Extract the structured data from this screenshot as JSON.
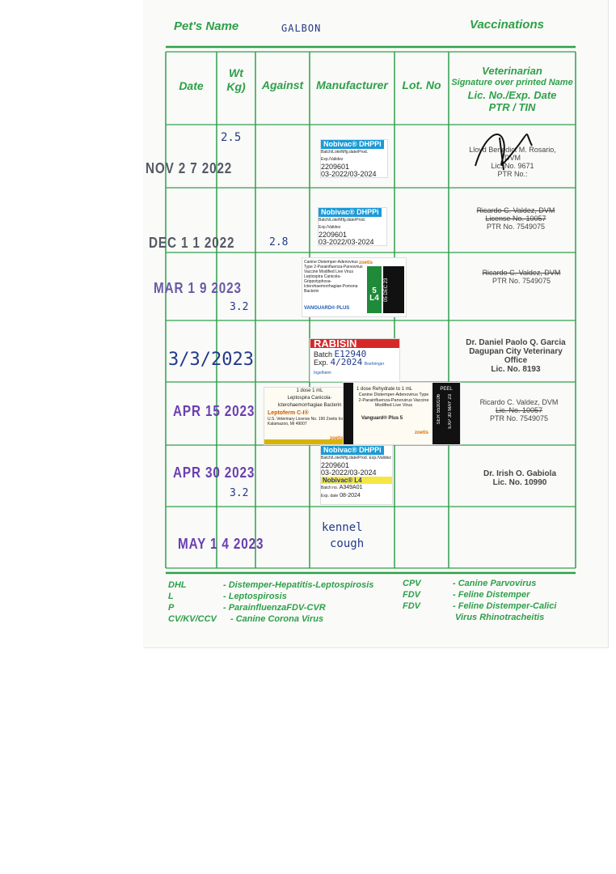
{
  "header": {
    "pets_name_label": "Pet's Name",
    "pets_name_value": "GALBON",
    "vaccinations_label": "Vaccinations"
  },
  "columns": {
    "date": "Date",
    "wt_line1": "Wt",
    "wt_line2": "Kg)",
    "against": "Against",
    "manufacturer": "Manufacturer",
    "lot_no": "Lot. No",
    "vet_line1": "Veterinarian",
    "vet_line2": "Signature over printed Name",
    "vet_line3": "Lic. No./Exp. Date",
    "vet_line4": "PTR / TIN"
  },
  "rows": [
    {
      "date": "NOV 2 7 2022",
      "date_color": "#555a66",
      "weight": "2.5",
      "against": "",
      "vet_name": "Lloyd Benedict M. Rosario, DVM",
      "vet_lic": "Lic. No. 9671",
      "vet_ptr": "PTR No.:"
    },
    {
      "date": "DEC 1 1 2022",
      "date_color": "#555a66",
      "weight": "2.8",
      "against": "",
      "vet_name": "Ricardo C. Valdez, DVM",
      "vet_lic": "License No. 10057",
      "vet_ptr": "PTR No. 7549075"
    },
    {
      "date": "MAR 1 9 2023",
      "date_color": "#6a5aa8",
      "weight": "3.2",
      "against": "",
      "vet_name": "Ricardo C. Valdez, DVM",
      "vet_lic": "",
      "vet_ptr": "PTR No. 7549075"
    },
    {
      "date": "3/3/2023",
      "date_color": "#223a8a",
      "weight": "",
      "against": "",
      "vet_name": "Dr. Daniel Paolo Q. Garcia",
      "vet_lic": "Dagupan City Veterinary Office",
      "vet_ptr": "Lic. No. 8193"
    },
    {
      "date": "APR 15 2023",
      "date_color": "#6a3fb0",
      "weight": "",
      "against": "",
      "vet_name": "Ricardo C. Valdez, DVM",
      "vet_lic": "Lic. No. 10057",
      "vet_ptr": "PTR No. 7549075"
    },
    {
      "date": "APR 30 2023",
      "date_color": "#6a3fb0",
      "weight": "3.2",
      "against": "",
      "vet_name": "Dr. Irish O. Gabiola",
      "vet_lic": "Lic. No. 10990",
      "vet_ptr": ""
    },
    {
      "date": "MAY 1 4 2023",
      "date_color": "#6a3fb0",
      "weight": "",
      "against": "",
      "vet_name": "",
      "vet_lic": "",
      "vet_ptr": ""
    }
  ],
  "stickers": {
    "s1_brand": "Nobivac® DHPPi",
    "s1_small": "Batch/Lote/Mfg.date/Prod. Exp./Validez",
    "s1_batch": "2209601",
    "s1_dates": "03-2022/03-2024",
    "s2_brand": "Nobivac® DHPPi",
    "s2_small": "Batch/Lote/Mfg.date/Prod. Exp./Validez",
    "s2_batch": "2209601",
    "s2_dates": "03-2022/03-2024",
    "s3_text": "Canine Distemper-Adenovirus Type 2-Parainfluenza-Parvovirus Vaccine Modified Live Virus Leptospira Canicola-Grippotyphosa-Icterohaemorrhagiae-Pomona Bacterin",
    "s3_brand": "VANGUARD® PLUS",
    "s3_code": "5 L4",
    "s3_exp": "05 DEC 23",
    "s3_maker": "zoetis",
    "s4_title": "RABISIN",
    "s4_batch_label": "Batch",
    "s4_batch": "E12940",
    "s4_exp_label": "Exp.",
    "s4_exp": "4/2024",
    "s4_maker": "Boehringer Ingelheim",
    "s5_dose": "1 dose    1 mL",
    "s5_text": "Leptospira Canicola-Icterohaemorrhagiae Bacterin",
    "s5_brand": "Leptoferm C-I®",
    "s5_license": "U.S. Veterinary License No. 190 Zoetis Inc. Kalamazoo, MI 49007",
    "s5_maker": "zoetis",
    "s6_dose": "1 dose    Rehydrate to 1 mL",
    "s6_text": "Canine Distemper-Adenovirus Type 2-Parainfluenza-Parvovirus Vaccine Modified Live Virus",
    "s6_brand": "Vanguard® Plus 5",
    "s6_peel": "PEEL",
    "s6_ser": "SER 5530106",
    "s6_exp": "EXP 30 MAY 23",
    "s6_maker": "zoetis",
    "s7_brand": "Nobivac® DHPPi",
    "s7_small": "Batch/Lote/Mfg.date/Prod. Exp./Validez",
    "s7_batch": "2209601",
    "s7_dates": "03-2022/03-2024",
    "s7_brand2": "Nobivac® L4",
    "s7_batch2_label": "Batch no.",
    "s7_batch2": "A349A01",
    "s7_exp2_label": "Exp. date",
    "s7_exp2": "08-2024"
  },
  "handwritten_manufacturer_last": [
    "kennel",
    "cough"
  ],
  "legend": {
    "left": [
      {
        "code": "DHL",
        "desc": "- Distemper-Hepatitis-Leptospirosis"
      },
      {
        "code": "L",
        "desc": "- Leptospirosis"
      },
      {
        "code": "P",
        "desc": "- ParainfluenzaFDV-CVR"
      },
      {
        "code": "CV/KV/CCV",
        "desc": "- Canine Corona Virus"
      }
    ],
    "right": [
      {
        "code": "CPV",
        "desc": "-   Canine Parvovirus"
      },
      {
        "code": "FDV",
        "desc": "-   Feline Distemper"
      },
      {
        "code": "FDV",
        "desc": "-   Feline Distemper-Calici"
      },
      {
        "code": "",
        "desc": "      Virus Rhinotracheitis"
      }
    ]
  },
  "colors": {
    "green": "#2ea04a",
    "ink_blue": "#223a8a",
    "nobivac_blue": "#1a9ad6",
    "rabisin_red": "#d62828"
  }
}
